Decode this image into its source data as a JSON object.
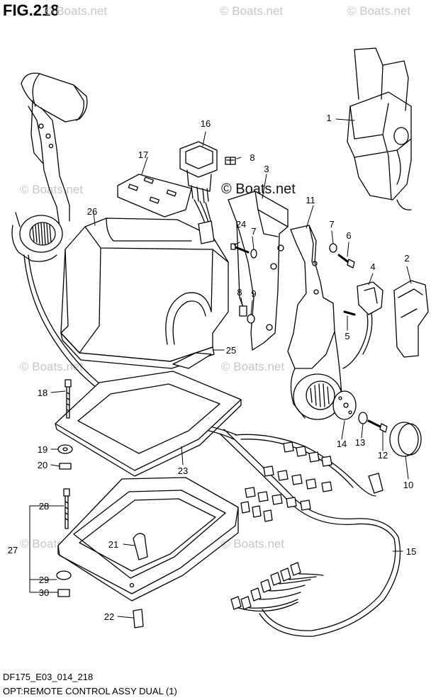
{
  "header": {
    "figure_label": "FIG.218"
  },
  "watermarks": [
    "© Boats.net",
    "© Boats.net",
    "© Boats.net",
    "© Boats.net",
    "© Boats.net",
    "© Boats.net",
    "© Boats.net",
    "© Boats.net",
    "© Boats.net"
  ],
  "callouts": [
    "1",
    "2",
    "3",
    "4",
    "5",
    "6",
    "7",
    "7",
    "8",
    "8",
    "9",
    "10",
    "11",
    "12",
    "13",
    "14",
    "15",
    "16",
    "17",
    "18",
    "19",
    "20",
    "21",
    "22",
    "23",
    "24",
    "25",
    "26",
    "27",
    "28",
    "29",
    "30"
  ],
  "footer": {
    "code": "DF175_E03_014_218",
    "caption": "OPT:REMOTE CONTROL ASSY DUAL (1)"
  }
}
